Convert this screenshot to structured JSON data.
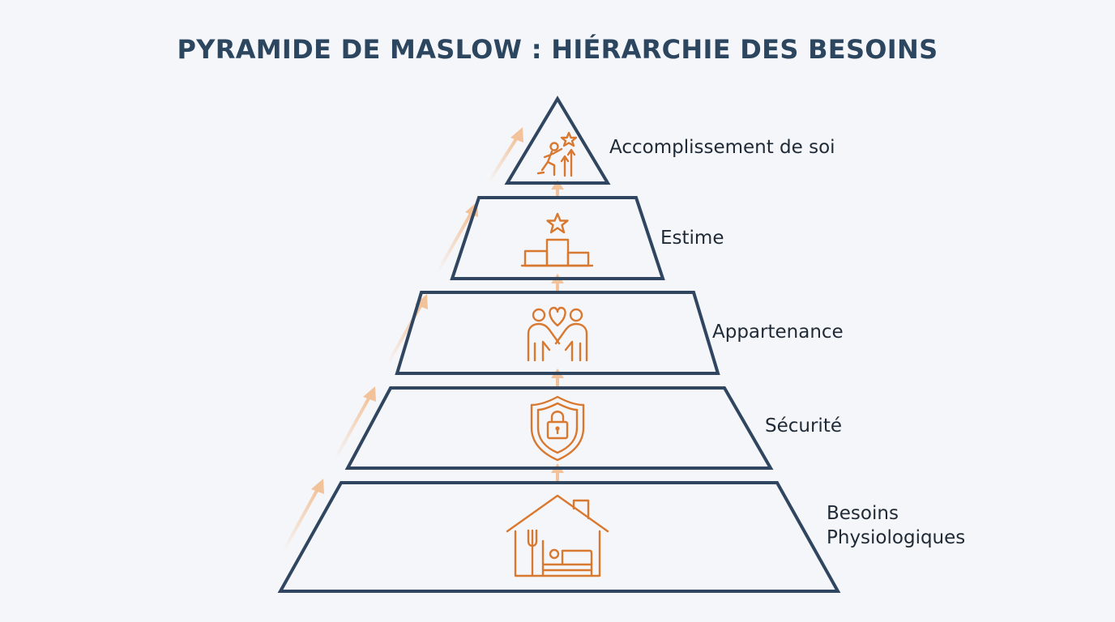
{
  "title": "PYRAMIDE DE MASLOW : HIÉRARCHIE DES BESOINS",
  "levels": [
    {
      "label_lines": [
        "Accomplissement de soi"
      ],
      "icon": "self-actualization-icon"
    },
    {
      "label_lines": [
        "Estime"
      ],
      "icon": "podium-star-icon"
    },
    {
      "label_lines": [
        "Appartenance"
      ],
      "icon": "people-heart-icon"
    },
    {
      "label_lines": [
        "Sécurité"
      ],
      "icon": "shield-lock-icon"
    },
    {
      "label_lines": [
        "Besoins",
        "Physiologiques"
      ],
      "icon": "house-food-bed-icon"
    }
  ],
  "colors": {
    "title": "#2d4660",
    "outline": "#2f4560",
    "icon": "#d9782f",
    "arrow": "#f2c29a",
    "background": "#f5f6fa"
  }
}
